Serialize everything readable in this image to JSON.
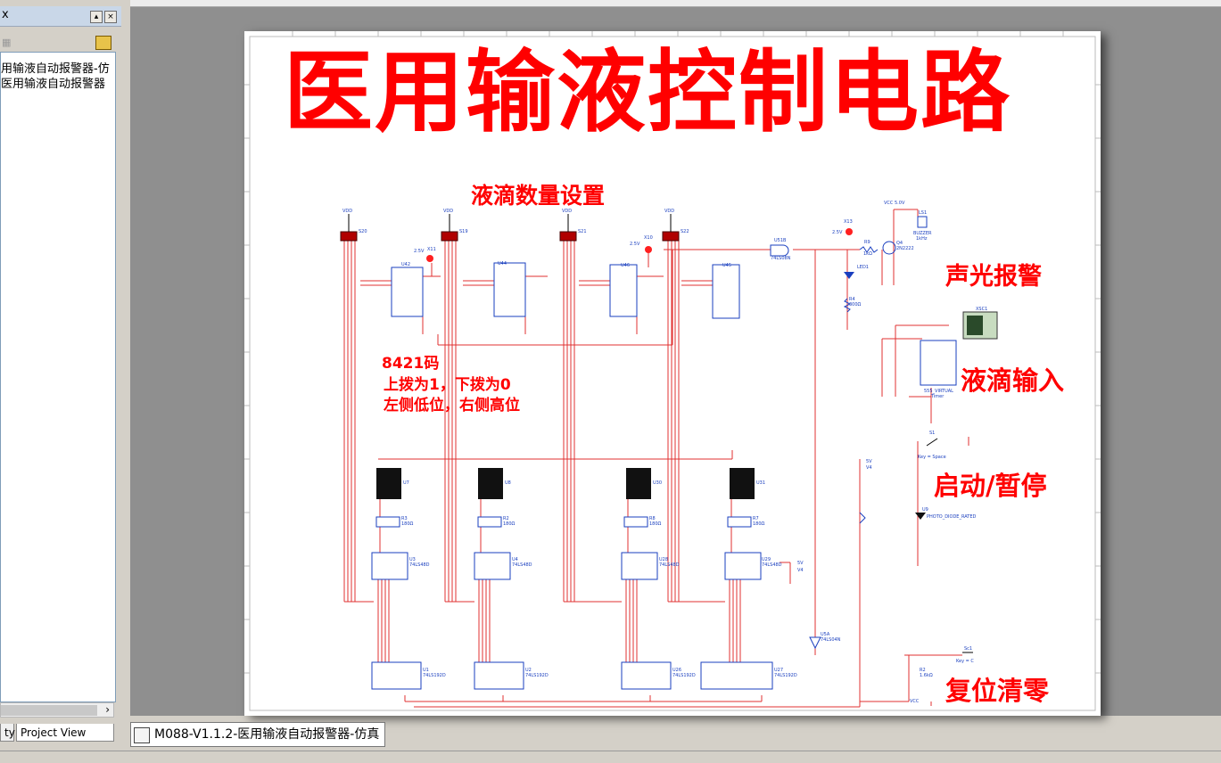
{
  "left_panel": {
    "title": "x",
    "tree_items": [
      "用输液自动报警器-仿",
      "医用输液自动报警器"
    ],
    "tabs": [
      "ty",
      "Project View"
    ]
  },
  "document_tab": {
    "label": "M088-V1.1.2-医用输液自动报警器-仿真"
  },
  "schematic": {
    "title": "医用输液控制电路",
    "labels": {
      "drop_count_setting": "液滴数量设置",
      "sound_light_alarm": "声光报警",
      "drop_input": "液滴输入",
      "start_pause": "启动/暂停",
      "reset_clear": "复位清零"
    },
    "notes": [
      "8421码",
      "上拨为1，下拨为0",
      "左侧低位，右侧高位"
    ],
    "components": {
      "vdd": "VDD",
      "vcc": "VCC",
      "vcc_5v": "VCC 5.0V",
      "switches": [
        "S20",
        "S19",
        "S21",
        "S22"
      ],
      "counters_top": [
        "U42",
        "U44",
        "U46",
        "U45"
      ],
      "gate": "U51B",
      "gate_part": "74LS08N",
      "probes": [
        "X11",
        "X10",
        "X13"
      ],
      "probe_voltage": "2.5V",
      "buzzer": "LS1",
      "buzzer_part": "BUZZER",
      "buzzer_freq": "1kHz",
      "transistor": "Q4",
      "transistor_part": "2N2222",
      "led": "LED1",
      "resistor_r4": "R4",
      "resistor_r4_val": "300Ω",
      "resistor_r9": "R9",
      "resistor_r9_val": "1kΩ",
      "timer": "555_VIRTUAL",
      "timer_label": "Timer",
      "oscilloscope": "XSC1",
      "displays": [
        "U7",
        "U8",
        "U30",
        "U31"
      ],
      "resistor_packs": [
        "R3",
        "R2",
        "R8",
        "R7"
      ],
      "rpack_val": "180Ω",
      "decoders": [
        "U3",
        "U4",
        "U28",
        "U29"
      ],
      "decoder_part": "74LS48D",
      "counters_bottom": [
        "U1",
        "U2",
        "U26",
        "U27"
      ],
      "counter_part": "74LS192D",
      "inverter": "U5A",
      "inverter_part": "74LS04N",
      "photodiode": "U9",
      "photodiode_part": "PHOTO_DIODE_RATED",
      "switch_s1": "S1",
      "switch_s1_key": "Key = Space",
      "switch_sc": "Sc1",
      "switch_sc_key": "Key = C",
      "r_reset": "R2",
      "r_reset_val": "1.6kΩ",
      "v5": "5V",
      "v4": "V4"
    }
  }
}
